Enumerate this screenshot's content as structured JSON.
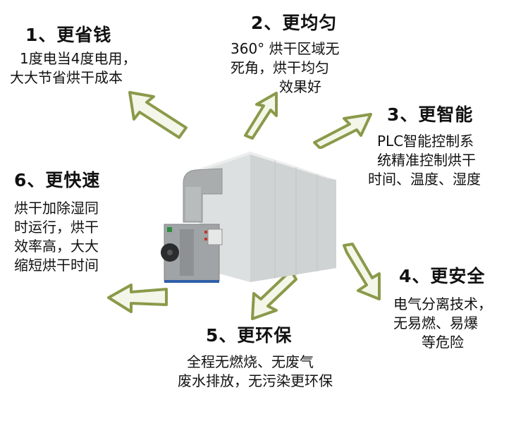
{
  "features": [
    {
      "title": "1、更省钱",
      "lines": [
        "1度电当4度电用，",
        "大大节省烘干成本"
      ]
    },
    {
      "title": "2、更均匀",
      "lines": [
        "360° 烘干区域无",
        "死角，烘干均匀",
        "效果好"
      ]
    },
    {
      "title": "3、更智能",
      "lines": [
        "PLC智能控制系",
        "统精准控制烘干",
        "时间、温度、湿度"
      ]
    },
    {
      "title": "4、更安全",
      "lines": [
        "电气分离技术，",
        "无易燃、易爆",
        "等危险"
      ]
    },
    {
      "title": "5、更环保",
      "lines": [
        "全程无燃烧、无废气",
        "废水排放，无污染更环保"
      ]
    },
    {
      "title": "6、更快速",
      "lines": [
        "烘干加除湿同",
        "时运行，烘干",
        "效率高，大大",
        "缩短烘干时间"
      ]
    }
  ],
  "center_image": "heat-pump-drying-room",
  "colors": {
    "arrow_stroke": "#8a9a4a",
    "arrow_fill": "#f4f6ea",
    "text": "#111111",
    "panel": "#d9dcdc"
  }
}
